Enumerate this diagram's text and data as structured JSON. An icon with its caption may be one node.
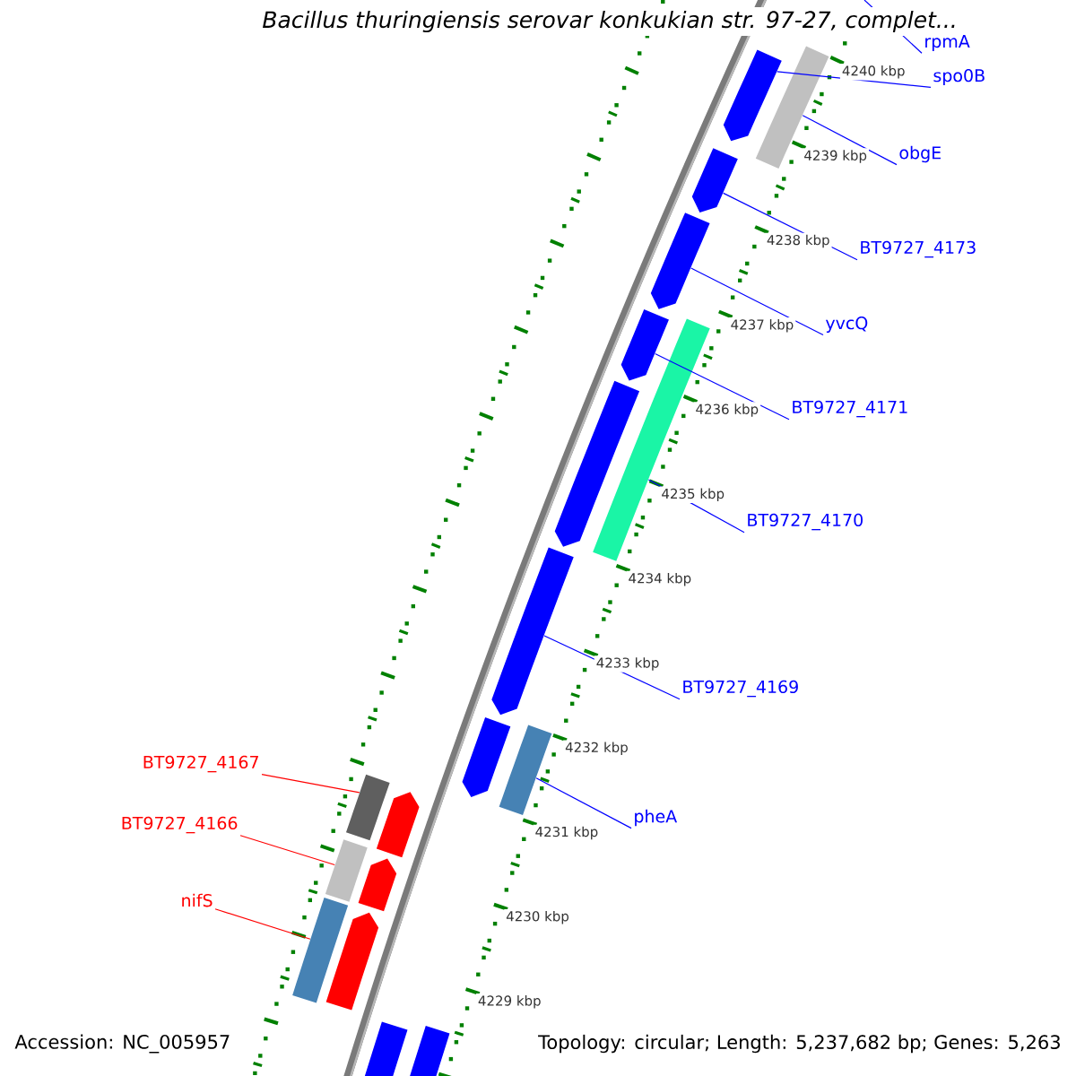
{
  "diagram": {
    "title": "Bacillus thuringiensis serovar konkukian str. 97-27, complet...",
    "nodes": [
      {
        "text": [
          "rpmA"
        ]
      },
      {
        "text": [
          "spo0B"
        ]
      },
      {
        "text": [
          "obgE"
        ]
      },
      {
        "text": [
          "BT9727_4173"
        ]
      },
      {
        "text": [
          "yvcQ"
        ]
      },
      {
        "text": [
          "BT9727_4171"
        ]
      },
      {
        "text": [
          "BT9727_4170"
        ]
      },
      {
        "text": [
          "BT9727_4169"
        ]
      },
      {
        "text": [
          "pheA"
        ]
      },
      {
        "text": [
          "BT9727_4167"
        ]
      },
      {
        "text": [
          "BT9727_4166"
        ]
      },
      {
        "text": [
          "nifS"
        ]
      },
      {
        "text": [],
        "shape": "pentagon"
      },
      {
        "text": [],
        "shape": "pentagon"
      },
      {
        "text": [],
        "shape": "pentagon"
      },
      {
        "text": [],
        "shape": "pentagon"
      },
      {
        "text": [],
        "shape": "pentagon"
      },
      {
        "text": [],
        "shape": "pentagon"
      },
      {
        "text": [],
        "shape": "pentagon"
      },
      {
        "text": [],
        "shape": "pentagon"
      },
      {
        "text": [],
        "shape": "bar"
      },
      {
        "text": [],
        "shape": "bar"
      },
      {
        "text": [],
        "shape": "bar"
      },
      {
        "text": [],
        "shape": "pentagon"
      },
      {
        "text": [],
        "shape": "pentagon"
      },
      {
        "text": [],
        "shape": "pentagon"
      },
      {
        "text": [],
        "shape": "pentagon"
      },
      {
        "text": [],
        "shape": "bar"
      },
      {
        "text": [],
        "shape": "bar"
      },
      {
        "text": [],
        "shape": "bar"
      }
    ],
    "edges": [
      {
        "from": 0,
        "to": null,
        "arrow": "none"
      },
      {
        "from": 1,
        "to": 12,
        "arrow": "none"
      },
      {
        "from": 2,
        "to": 20,
        "arrow": "none"
      },
      {
        "from": 3,
        "to": 13,
        "arrow": "none"
      },
      {
        "from": 4,
        "to": 14,
        "arrow": "none"
      },
      {
        "from": 5,
        "to": 15,
        "arrow": "none"
      },
      {
        "from": 6,
        "to": 21,
        "arrow": "none"
      },
      {
        "from": 7,
        "to": 17,
        "arrow": "none"
      },
      {
        "from": 8,
        "to": 22,
        "arrow": "none"
      },
      {
        "from": 9,
        "to": 27,
        "arrow": "none",
        "color": "#ff0000"
      },
      {
        "from": 10,
        "to": 28,
        "arrow": "none",
        "color": "#ff0000"
      },
      {
        "from": 11,
        "to": 29,
        "arrow": "none",
        "color": "#ff0000"
      }
    ],
    "labels": [
      "4240 kbp",
      "4239 kbp",
      "4238 kbp",
      "4237 kbp",
      "4236 kbp",
      "4235 kbp",
      "4234 kbp",
      "4233 kbp",
      "4232 kbp",
      "4231 kbp",
      "4230 kbp",
      "4229 kbp",
      "Accession: NC_005957",
      "Topology: circular; Length: 5,237,682 bp; Genes: 5,263"
    ]
  }
}
